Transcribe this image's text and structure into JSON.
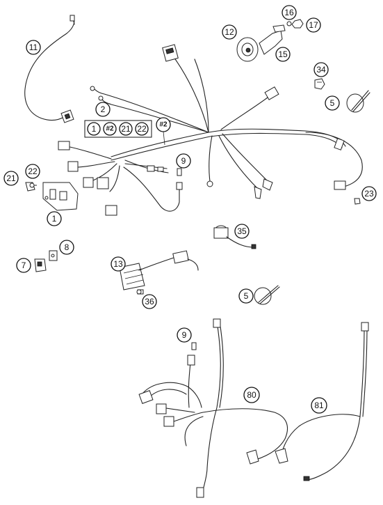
{
  "callouts": {
    "c1": "1",
    "c2": "2",
    "c2_items": [
      "1",
      "#2",
      "21",
      "22"
    ],
    "c_hash2": "#2",
    "c5a": "5",
    "c5b": "5",
    "c7": "7",
    "c8": "8",
    "c9a": "9",
    "c9b": "9",
    "c11": "11",
    "c12": "12",
    "c13": "13",
    "c15": "15",
    "c16": "16",
    "c17": "17",
    "c21": "21",
    "c22": "22",
    "c23": "23",
    "c34": "34",
    "c35": "35",
    "c36": "36",
    "c80": "80",
    "c81": "81"
  }
}
